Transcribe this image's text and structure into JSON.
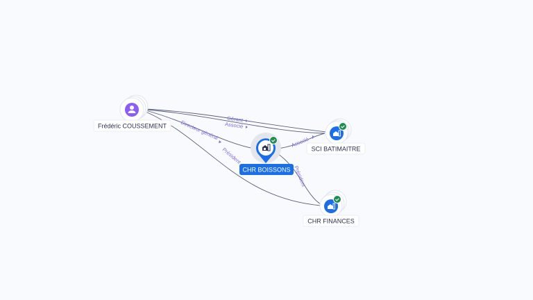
{
  "nodes": {
    "person": {
      "label": "Frédéric COUSSEMENT",
      "icon": "person-icon",
      "color": "#8b5cf6"
    },
    "main": {
      "label": "CHR BOISSONS",
      "icon": "company-icon",
      "verified": true,
      "color": "#1a6fe8"
    },
    "sci": {
      "label": "SCI BATIMAITRE",
      "icon": "company-icon",
      "verified": true,
      "color": "#1a6fe8"
    },
    "finances": {
      "label": "CHR FINANCES",
      "icon": "company-icon",
      "verified": true,
      "color": "#1a6fe8"
    }
  },
  "edges": {
    "person_sci_1": "Gérant",
    "person_sci_2": "Associé",
    "person_main": "Directeur général",
    "person_finances": "Président",
    "main_sci": "Associé",
    "main_finances": "Président"
  },
  "colors": {
    "verified": "#1e8e4e",
    "edge_label": "#7b6fe0"
  }
}
